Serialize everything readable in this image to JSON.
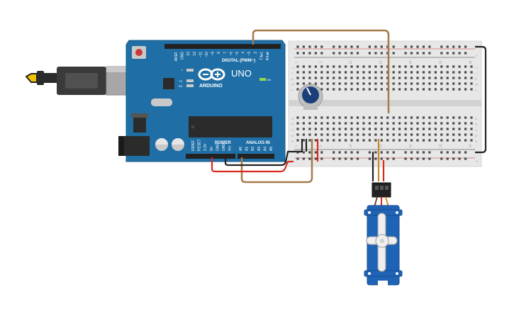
{
  "arduino": {
    "model": "UNO",
    "brand": "ARDUINO",
    "digital_header": "DIGITAL (PWM~)",
    "power_header": "POWER",
    "analog_header": "ANALOG IN",
    "on_label": "ON",
    "l_label": "L",
    "tx_label": "TX",
    "rx_label": "RX",
    "digital_pins": [
      "AREF",
      "GND",
      "13",
      "12",
      "~11",
      "~10",
      "~9",
      "8",
      "7",
      "~6",
      "~5",
      "4",
      "~3",
      "2",
      "TX▸1",
      "RX◂0"
    ],
    "power_pins": [
      "IOREF",
      "RESET",
      "3.3V",
      "5V",
      "GND",
      "GND",
      "Vin"
    ],
    "analog_pins": [
      "A0",
      "A1",
      "A2",
      "A3",
      "A4",
      "A5"
    ]
  },
  "breadboard": {
    "row_letters_top": [
      "j",
      "i",
      "h",
      "g",
      "f"
    ],
    "row_letters_bottom": [
      "e",
      "d",
      "c",
      "b",
      "a"
    ],
    "column_numbers": [
      "1",
      "5",
      "10",
      "15",
      "20",
      "25",
      "30"
    ],
    "rail_plus": "+",
    "rail_minus": "-"
  },
  "colors": {
    "arduino_board": "#1f6fa6",
    "breadboard": "#e7e7e7",
    "wire_red": "#d92a1f",
    "wire_black": "#222222",
    "wire_brown": "#a57a4b",
    "servo_body": "#1f63b6",
    "pot_knob": "#1a3f7a"
  },
  "icons": {
    "usb_cable": "usb-plug-icon",
    "arduino_logo": "infinity-logo-icon"
  }
}
